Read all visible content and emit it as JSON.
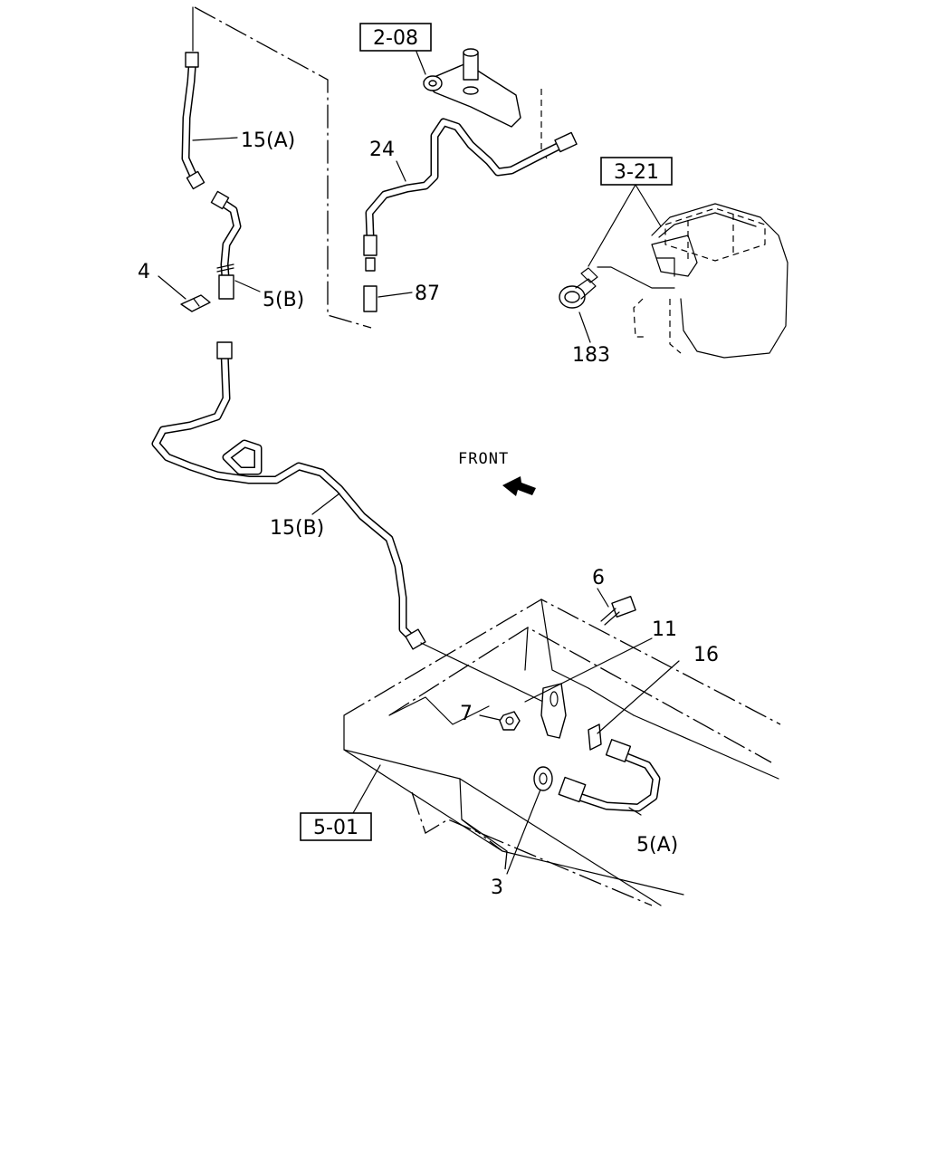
{
  "diagram": {
    "direction_label": "FRONT",
    "refs": {
      "r208": "2-08",
      "r321": "3-21",
      "r501": "5-01"
    },
    "parts": {
      "p15a": "15(A)",
      "p24": "24",
      "p4": "4",
      "p5b": "5(B)",
      "p87": "87",
      "p183": "183",
      "p15b": "15(B)",
      "p6": "6",
      "p11": "11",
      "p16": "16",
      "p7": "7",
      "p5a": "5(A)",
      "p3": "3"
    }
  }
}
